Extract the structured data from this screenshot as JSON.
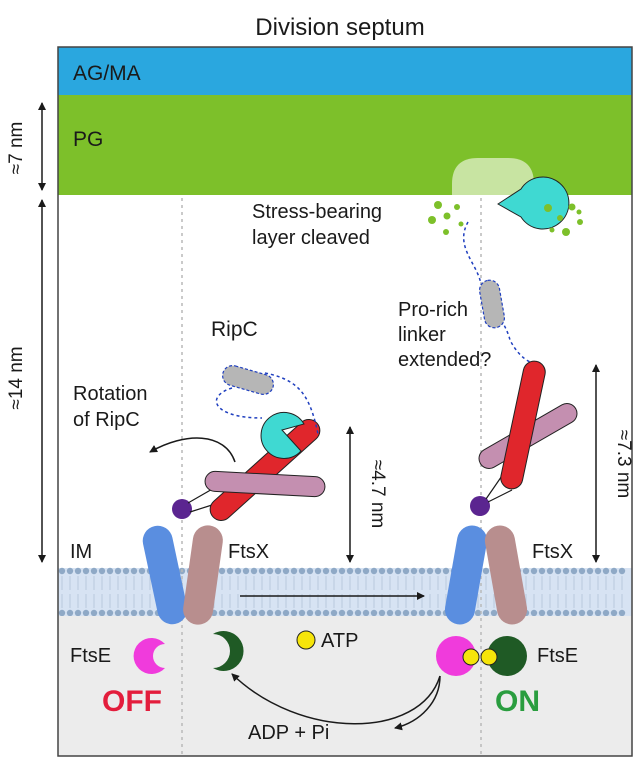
{
  "title": "Division septum",
  "layers": {
    "ag_ma": "AG/MA",
    "pg": "PG",
    "im": "IM"
  },
  "dimensions": {
    "pg_thickness": "≈7 nm",
    "periplasm_span": "≈14 nm",
    "off_height": "≈4.7 nm",
    "on_height": "≈7.3 nm"
  },
  "labels": {
    "stress_bearing": [
      "Stress-bearing",
      "layer cleaved"
    ],
    "pro_rich": [
      "Pro-rich",
      "linker",
      "extended?"
    ],
    "ripc": "RipC",
    "rotation": [
      "Rotation",
      "of RipC"
    ],
    "ftsx_left": "FtsX",
    "ftsx_right": "FtsX",
    "ftse_left": "FtsE",
    "ftse_right": "FtsE",
    "atp": "ATP",
    "adp_pi": "ADP + Pi"
  },
  "states": {
    "off": "OFF",
    "on": "ON"
  },
  "colors": {
    "ag_ma": "#2aa7df",
    "pg": "#7dc02a",
    "periplasm": "#ffffff",
    "membrane": "#d7e3f3",
    "lipid_head": "#8fa9c6",
    "cytoplasm": "#ececec",
    "ftsx_helix_blue": "#5a8ee0",
    "ftsx_helix_mauve": "#b88e8e",
    "ripc_red": "#e0262c",
    "ripc_pink": "#c48fb0",
    "ripc_linker": "#b6b6b6",
    "enzyme": "#3fd9d2",
    "ftse_magenta": "#f03bdc",
    "ftse_dark": "#1f5a25",
    "atp": "#f6e50a",
    "anchor": "#5b2590",
    "off_text": "#e31d3c",
    "on_text": "#2a9d3f",
    "fragments": "#7dc02a"
  }
}
